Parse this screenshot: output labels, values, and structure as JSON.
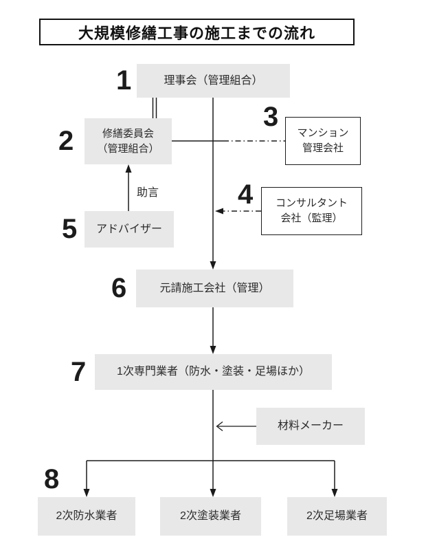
{
  "title": "大規模修繕工事の施工までの流れ",
  "steps": {
    "board": {
      "num": "1",
      "label": "理事会（管理組合）"
    },
    "committee": {
      "num": "2",
      "label": "修繕委員会\n（管理組合）"
    },
    "mansion_mgmt": {
      "num": "3",
      "label": "マンション\n管理会社"
    },
    "consultant": {
      "num": "4",
      "label": "コンサルタント\n会社（監理）"
    },
    "advisor": {
      "num": "5",
      "label": "アドバイザー"
    },
    "prime_contractor": {
      "num": "6",
      "label": "元請施工会社（管理）"
    },
    "primary_specialists": {
      "num": "7",
      "label": "1次専門業者（防水・塗装・足場ほか）"
    },
    "secondary": {
      "num": "8",
      "waterproof": {
        "label": "2次防水業者"
      },
      "painting": {
        "label": "2次塗装業者"
      },
      "scaffold": {
        "label": "2次足場業者"
      }
    },
    "material_maker": {
      "label": "材料メーカー"
    }
  },
  "edge_labels": {
    "advice": "助言"
  },
  "colors": {
    "box_fill": "#e8e8e8",
    "line": "#1a1a1a",
    "text": "#2b2b2b",
    "background": "#ffffff"
  }
}
